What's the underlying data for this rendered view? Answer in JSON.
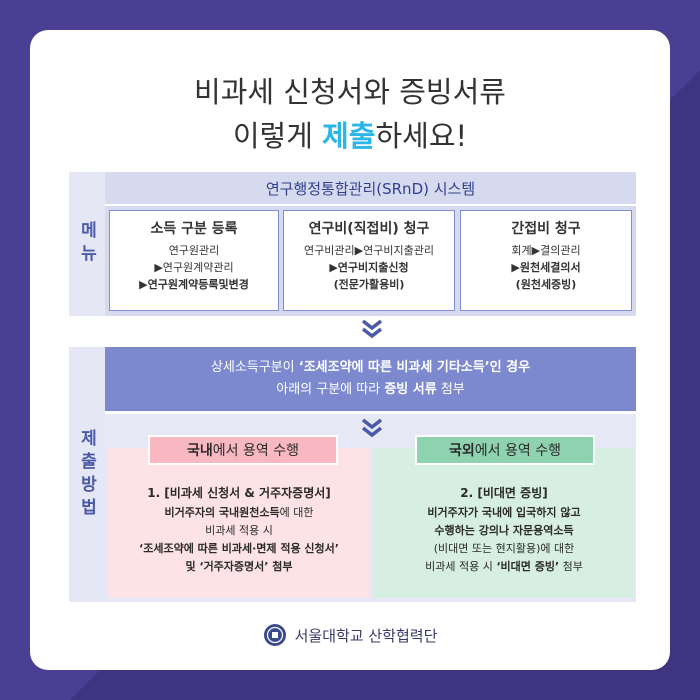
{
  "title": {
    "line1": "비과세 신청서와 증빙서류",
    "line2_pre": "이렇게 ",
    "line2_hl": "제출",
    "line2_post": "하세요!"
  },
  "menu_label": "메뉴",
  "method_label": "제출방법",
  "system_title": "연구행정통합관리(SRnD) 시스템",
  "menus": [
    {
      "title": "소득 구분 등록",
      "lines": [
        "연구원관리",
        "▶연구원계약관리"
      ],
      "bold_line": "▶연구원계약등록및변경"
    },
    {
      "title": "연구비(직접비) 청구",
      "lines": [
        "연구비관리▶연구비지출관리"
      ],
      "bold_line": "▶연구비지출신청",
      "bold_line2": "(전문가활용비)"
    },
    {
      "title": "간접비 청구",
      "lines": [
        "회계▶결의관리"
      ],
      "bold_line": "▶원천세결의서",
      "bold_line2": "(원천세증빙)"
    }
  ],
  "condition": {
    "pre": "상세소득구분이 ",
    "bold1": "‘조세조약에 따른 비과세 기타소득’인 경우",
    "line2_pre": "아래의 구분에 따라 ",
    "bold2": "증빙 서류",
    "line2_post": " 첨부"
  },
  "domestic": {
    "tag_bold": "국내",
    "tag_rest": "에서 용역 수행",
    "heading": "1. [비과세 신청서 & 거주자증명서]",
    "l1_bold": "비거주자의 국내원천소득",
    "l1_rest": "에 대한",
    "l2": "비과세 적용 시",
    "l3": "‘조세조약에 따른 비과세·면제 적용 신청서’",
    "l4": "및 ‘거주자증명서’ 첨부"
  },
  "overseas": {
    "tag_bold": "국외",
    "tag_rest": "에서 용역 수행",
    "heading": "2. [비대면 증빙]",
    "l1": "비거주자가 국내에 입국하지 않고",
    "l2": "수행하는 강의나 자문용역소득",
    "l3": "(비대면 또는 현지활용)에 대한",
    "l4_pre": "비과세 적용 시 ",
    "l4_bold": "‘비대면 증빙’",
    "l4_post": " 첨부"
  },
  "footer": "서울대학교 산학협력단",
  "colors": {
    "background": "#4b3f94",
    "accent": "#2ab6e8",
    "domestic": "#fde3e6",
    "overseas": "#d7efe2"
  }
}
